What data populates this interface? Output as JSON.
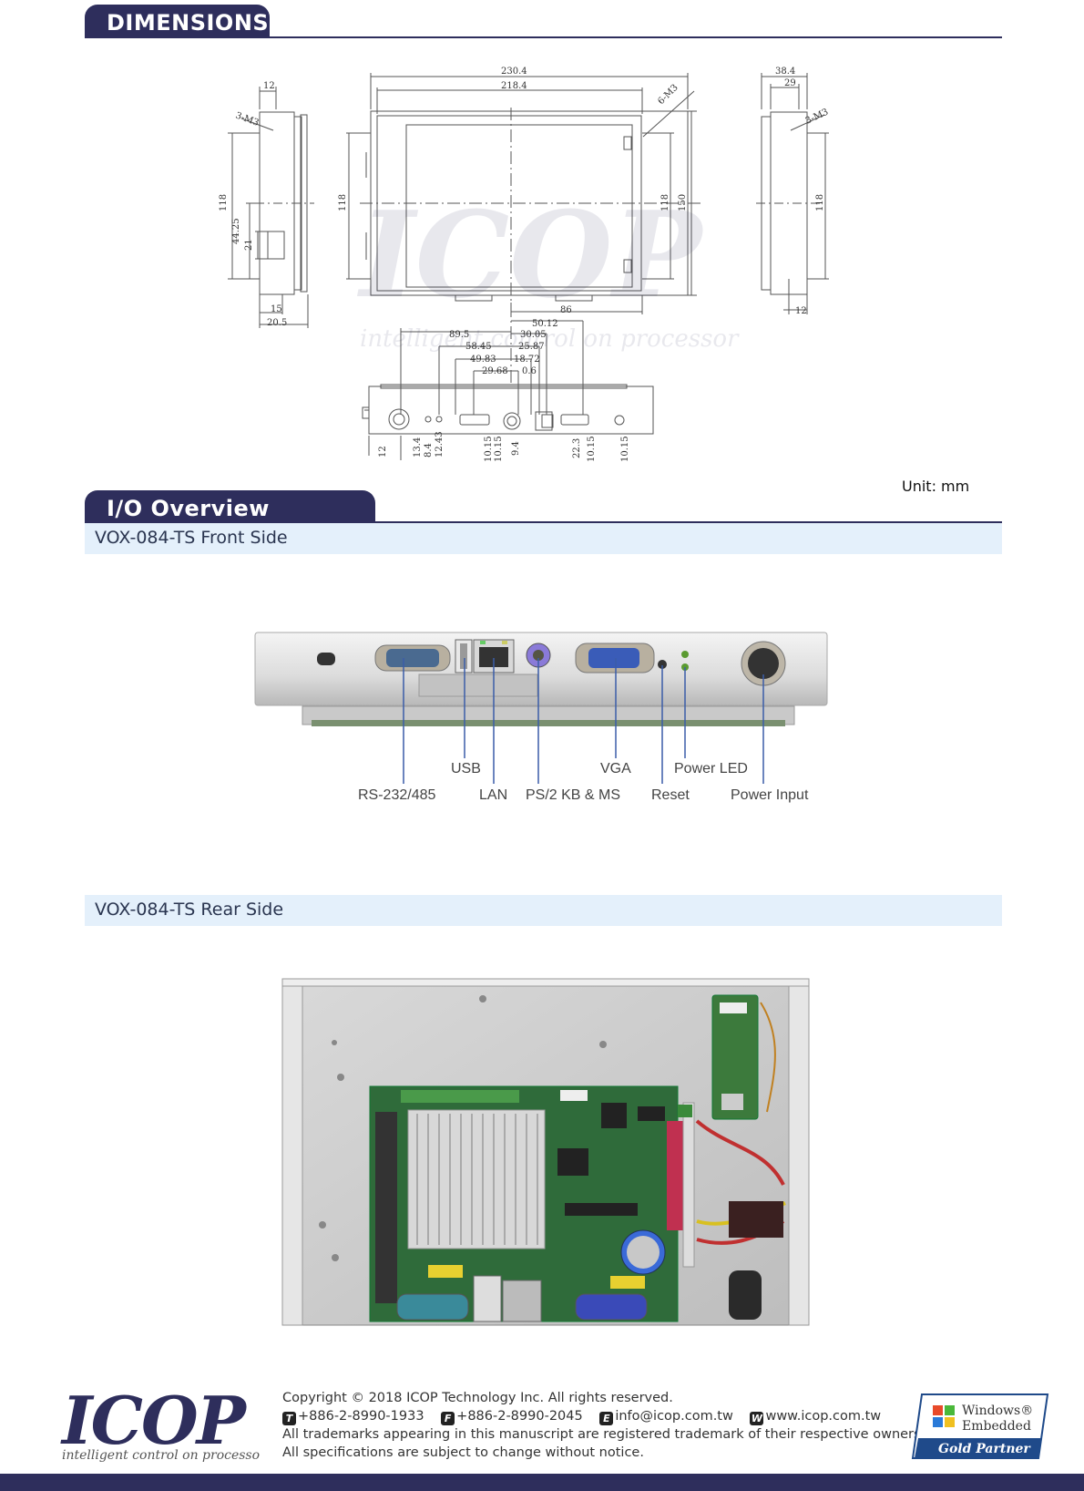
{
  "sections": {
    "dimensions_title": "DIMENSIONS",
    "io_title": "I/O Overview",
    "front_title": "VOX-084-TS Front Side",
    "rear_title": "VOX-084-TS Rear Side",
    "unit": "Unit: mm"
  },
  "dimensions": {
    "side_left": {
      "screw": "3-M3",
      "width_top": "12",
      "height": "118",
      "offset": "44.25",
      "cutout": "21",
      "bottom1": "15",
      "bottom2": "20.5"
    },
    "front": {
      "width_outer": "230.4",
      "width_inner": "218.4",
      "screw": "6-M3",
      "height_left": "118",
      "height_right": "118",
      "height_outer": "150",
      "width_86": "86"
    },
    "side_right": {
      "width_outer": "38.4",
      "width_inner": "29",
      "screw": "3-M3",
      "height": "118",
      "bottom": "12"
    },
    "bottom": {
      "top_dims": [
        "89.5",
        "58.45",
        "49.83",
        "29.68",
        "50.12",
        "30.05",
        "25.87",
        "18.72",
        "0.6"
      ],
      "bottom_dims": [
        "12",
        "13.4",
        "8.4",
        "12.43",
        "10.15",
        "10.15",
        "9.4",
        "22.3",
        "10.15",
        "10.15"
      ]
    }
  },
  "io_labels": {
    "rs232": "RS-232/485",
    "usb": "USB",
    "lan": "LAN",
    "ps2": "PS/2 KB & MS",
    "vga": "VGA",
    "reset": "Reset",
    "power_led": "Power LED",
    "power_input": "Power Input"
  },
  "watermark": {
    "logo": "ICOP",
    "tagline": "intelligent control on processor"
  },
  "footer": {
    "logo_text": "ICOP",
    "logo_tagline": "intelligent control on processor",
    "copyright": "Copyright © 2018   ICOP Technology Inc.  All rights reserved.",
    "phone_icon": "T",
    "phone": "+886-2-8990-1933",
    "fax_icon": "F",
    "fax": "+886-2-8990-2045",
    "email_icon": "E",
    "email": "info@icop.com.tw",
    "web_icon": "W",
    "web": "www.icop.com.tw",
    "trademarks": "All trademarks appearing in  this manuscript are registered trademark of their respective owners.",
    "specs": "All specifications are subject to change without notice.",
    "badge_line1": "Windows®",
    "badge_line2": "Embedded",
    "badge_partner": "Gold Partner"
  },
  "colors": {
    "navy": "#2e2e5c",
    "subbar": "#e4f0fb",
    "callout": "#3a5ca8"
  }
}
